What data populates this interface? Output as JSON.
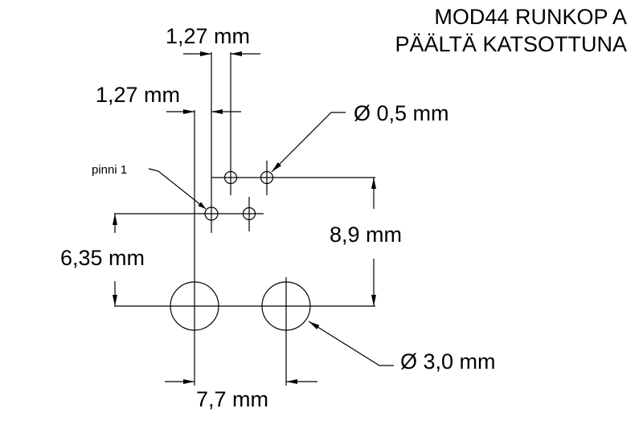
{
  "title": {
    "line1": "MOD44 RUNKOP A",
    "line2": "PÄÄLTÄ KATSOTTUNA"
  },
  "dimensions": {
    "pin_pitch_top": "1,27 mm",
    "pin_offset": "1,27 mm",
    "pin_diameter": "Ø 0,5 mm",
    "pin1_label": "pinni 1",
    "pin_row_to_holes": "8,9 mm",
    "pin1_to_holes": "6,35 mm",
    "hole_diameter": "Ø 3,0 mm",
    "hole_spacing": "7,7 mm"
  }
}
